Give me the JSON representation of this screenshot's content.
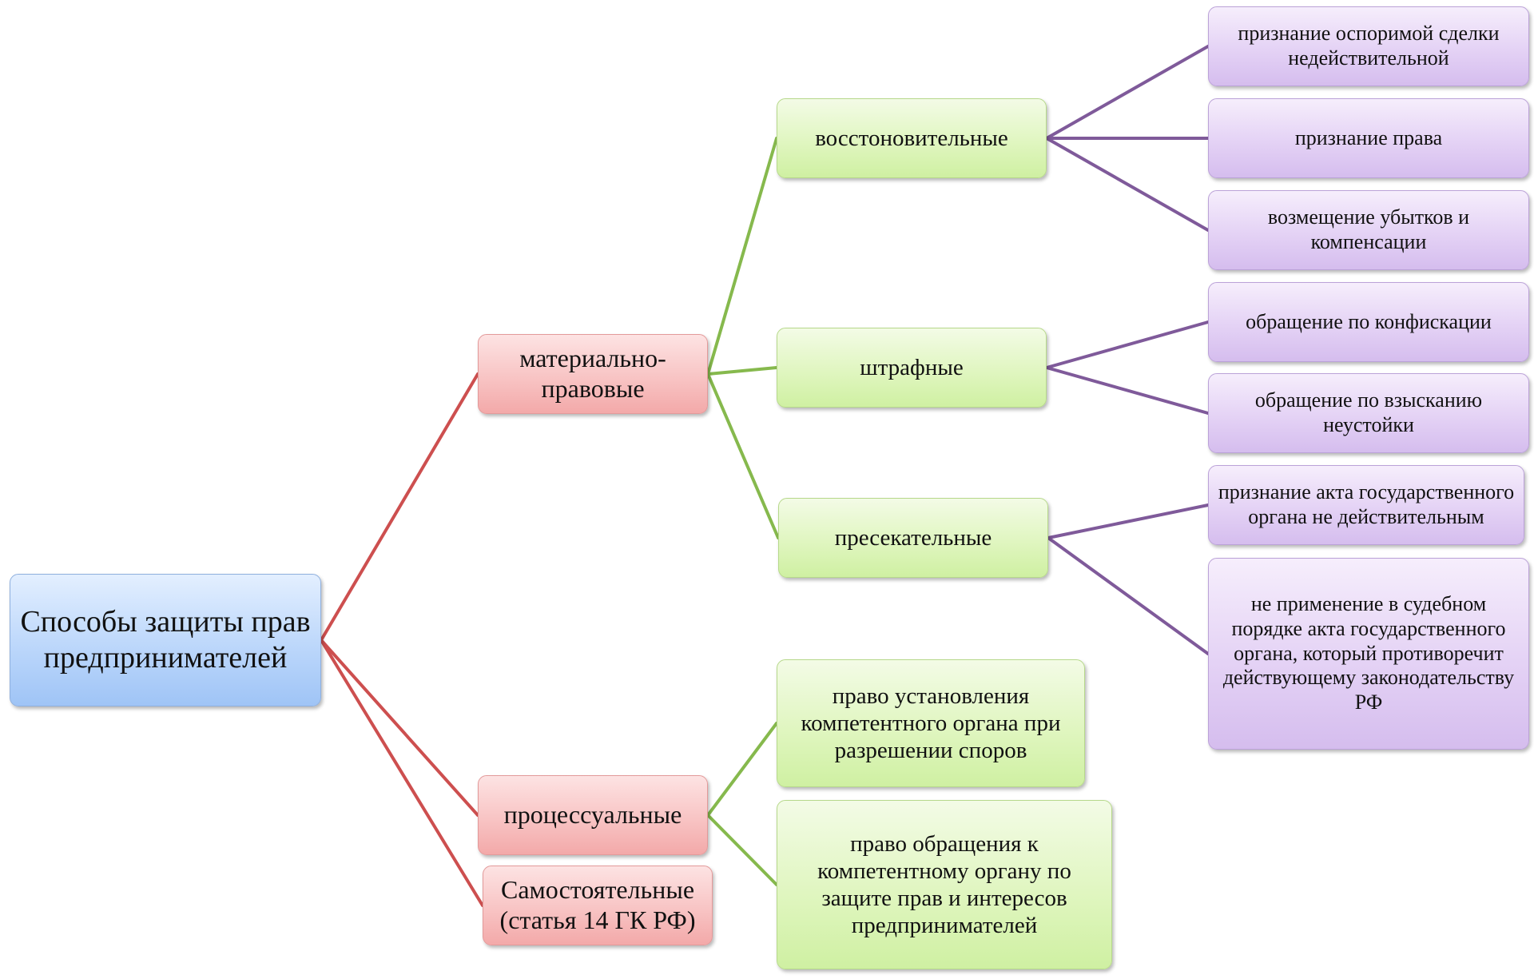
{
  "colors": {
    "root_fill": "#bcd7fb",
    "red_fill": "#f8c4c4",
    "green_fill": "#e0f6c0",
    "purple_fill": "#e4d2f5",
    "red_edge": "#cd4f4f",
    "green_edge": "#86b94d",
    "purple_edge": "#7f5a9a"
  },
  "root": {
    "label": "Способы защиты прав предпринимателей"
  },
  "level1": [
    {
      "label": "материально-правовые"
    },
    {
      "label": "процессуальные"
    },
    {
      "label": "Самостоятельные (статья 14 ГК РФ)"
    }
  ],
  "level2": [
    {
      "label": "восстоновительные"
    },
    {
      "label": "штрафные"
    },
    {
      "label": "пресекательные"
    },
    {
      "label": "право установления компетентного органа при разрешении споров"
    },
    {
      "label": "право обращения к компетентному органу по защите прав и интересов предпринимателей"
    }
  ],
  "level3": [
    {
      "label": "признание оспоримой сделки недействительной"
    },
    {
      "label": "признание права"
    },
    {
      "label": "возмещение убытков и компенсации"
    },
    {
      "label": "обращение по конфискации"
    },
    {
      "label": "обращение по взысканию неустойки"
    },
    {
      "label": "признание акта государственного органа не действительным"
    },
    {
      "label": "не применение в судебном порядке акта государственного органа, который противоречит действующему законодательству РФ"
    }
  ]
}
